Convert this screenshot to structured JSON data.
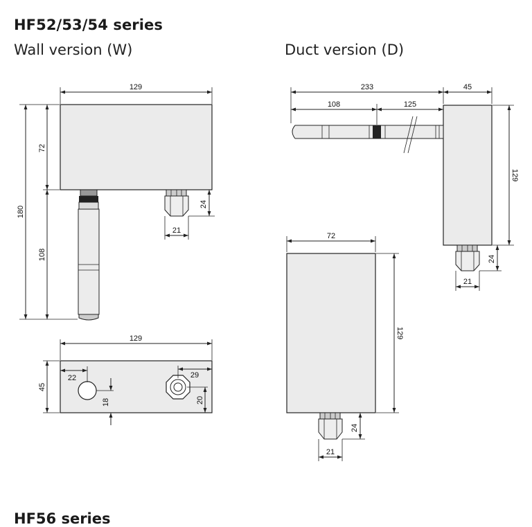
{
  "header": {
    "series_title": "HF52/53/54 series",
    "wall_title": "Wall version (W)",
    "duct_title": "Duct version (D)",
    "next_series_title": "HF56 series"
  },
  "dimensions": {
    "wall_front": {
      "width": "129",
      "height_upper": "72",
      "height_total": "180",
      "probe_length": "108",
      "gland_height": "24",
      "gland_width": "21"
    },
    "wall_bottom": {
      "width": "129",
      "depth": "45",
      "hole_left_x": "22",
      "hole_left_y": "18",
      "gland_x": "29",
      "gland_y": "20"
    },
    "duct_side": {
      "total_length": "233",
      "housing_depth": "45",
      "probe_length": "108",
      "probe_rest": "125",
      "height": "129",
      "gland_height": "24",
      "gland_width": "21"
    },
    "duct_front": {
      "width": "72",
      "height": "129",
      "gland_height": "24",
      "gland_width": "21"
    }
  },
  "colors": {
    "housing_fill": "#ebebeb",
    "line": "#222222"
  }
}
